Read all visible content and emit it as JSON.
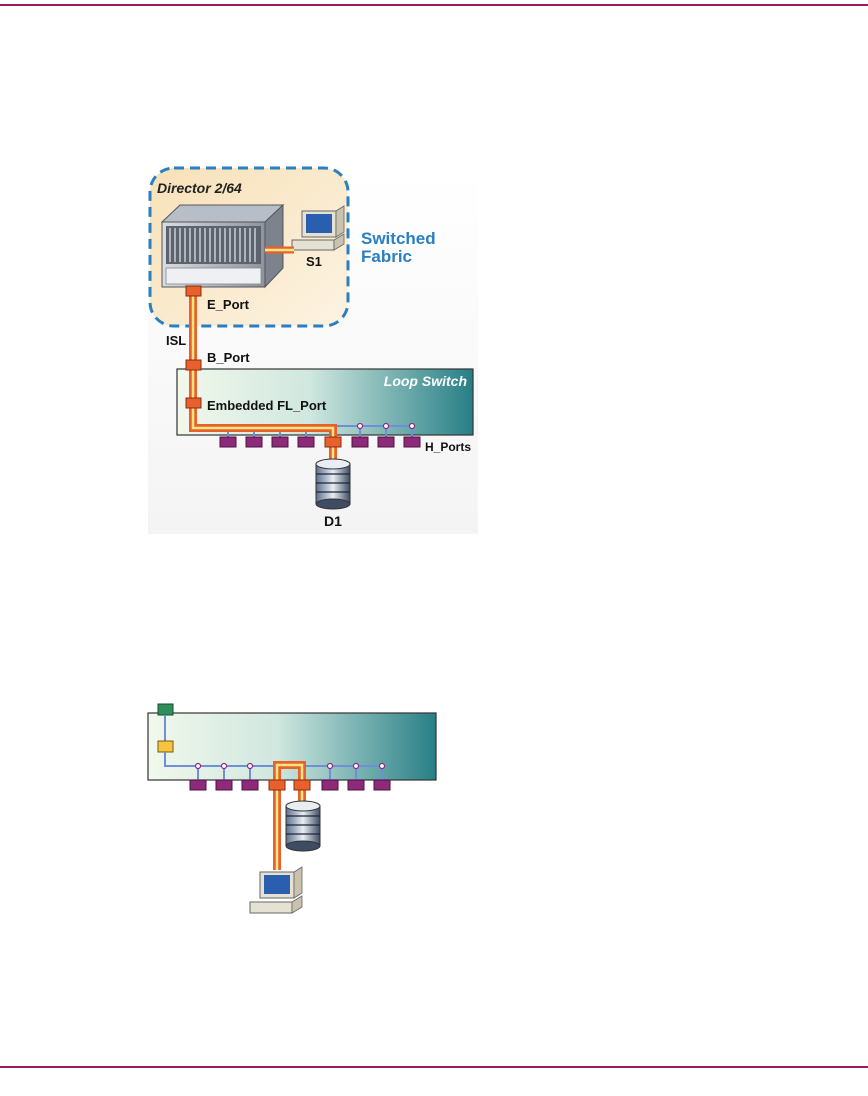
{
  "figure1": {
    "director_label": "Director 2/64",
    "fabric_label_line1": "Switched",
    "fabric_label_line2": "Fabric",
    "server_label": "S1",
    "e_port_label": "E_Port",
    "isl_label": "ISL",
    "b_port_label": "B_Port",
    "loop_switch_label": "Loop Switch",
    "fl_port_label": "Embedded FL_Port",
    "h_ports_label": "H_Ports",
    "disk_label": "D1"
  },
  "figure2": {
    "title": ""
  },
  "colors": {
    "rule": "#9b1c5c",
    "path_orange": "#e8602c",
    "path_yellow": "#ffe680",
    "port_orange": "#e8602c",
    "port_purple": "#8e2a7a",
    "port_green": "#2f8f5a",
    "port_yellow": "#f5c542",
    "fabric_blue": "#2a7fc1",
    "loop_blue": "#6f8fd6"
  },
  "icons": [
    "director-icon",
    "computer-icon",
    "disk-stack-icon"
  ]
}
